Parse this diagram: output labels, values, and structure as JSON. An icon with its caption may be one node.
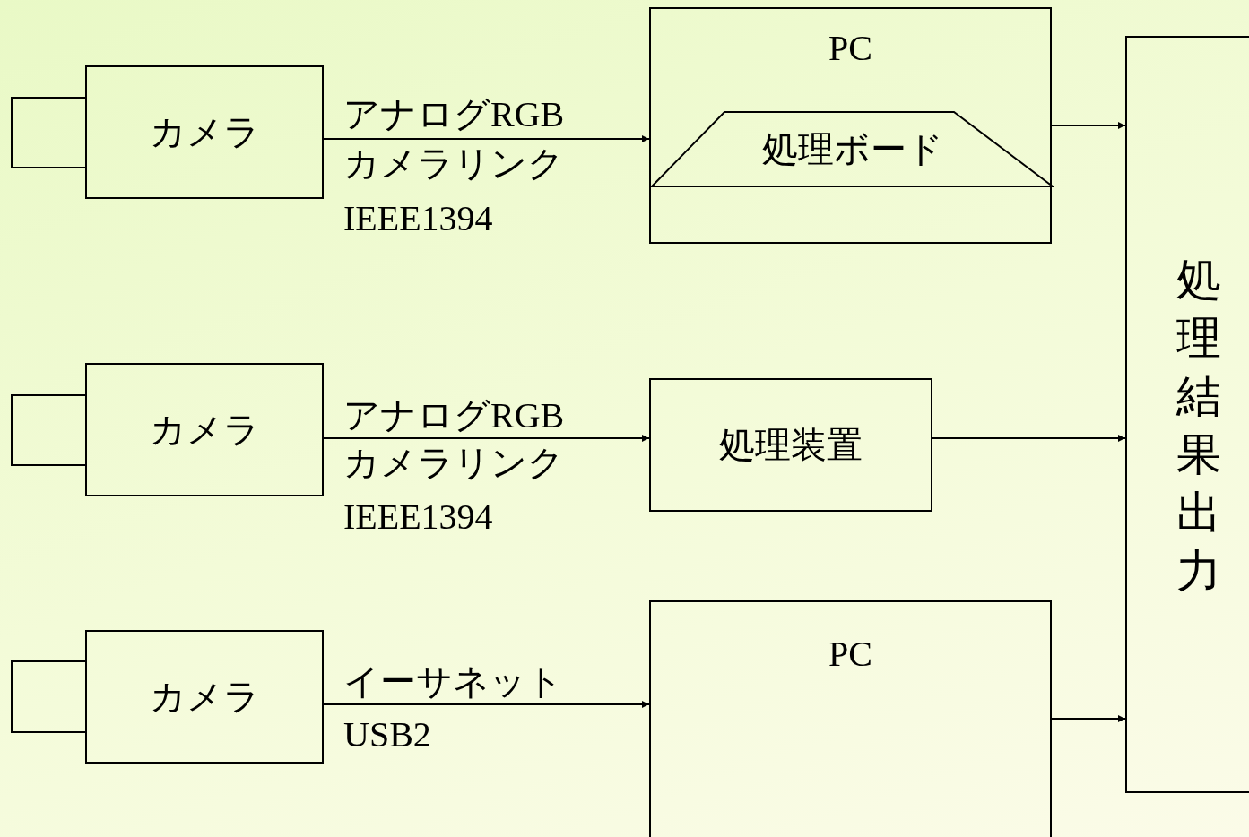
{
  "diagram": {
    "nodes": [
      {
        "text": [
          "カメラ"
        ]
      },
      {
        "text": [
          "PC"
        ]
      },
      {
        "text": [
          "処理ボード"
        ],
        "in": 1
      },
      {
        "text": [
          "カメラ"
        ]
      },
      {
        "text": [
          "処理装置"
        ]
      },
      {
        "text": [
          "カメラ"
        ]
      },
      {
        "text": [
          "PC"
        ]
      },
      {
        "text": [
          "処理結果出力"
        ]
      },
      {
        "text": [],
        "shape": "box"
      },
      {
        "text": [],
        "shape": "box"
      },
      {
        "text": [],
        "shape": "box"
      }
    ],
    "edges": [
      {
        "from": 0,
        "to": 1,
        "arrow": "to",
        "label": "アナログRGB"
      },
      {
        "from": 3,
        "to": 4,
        "arrow": "to",
        "label": "アナログRGB"
      },
      {
        "from": 5,
        "to": 6,
        "arrow": "to",
        "label": "イーサネット"
      },
      {
        "from": 1,
        "to": 7,
        "arrow": "to"
      },
      {
        "from": 4,
        "to": 7,
        "arrow": "to"
      },
      {
        "from": 6,
        "to": 7,
        "arrow": "to"
      }
    ],
    "labels": [
      "カメラリンク",
      "IEEE1394",
      "カメラリンク",
      "IEEE1394",
      "USB2"
    ]
  }
}
